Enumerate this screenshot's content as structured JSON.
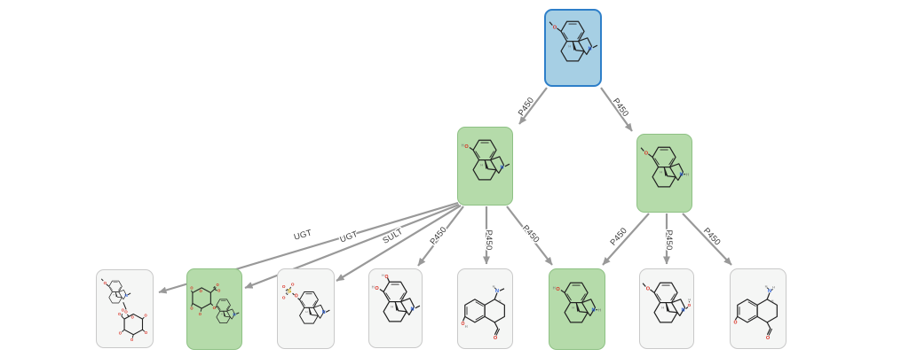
{
  "diagram": {
    "type": "metabolic-pathway",
    "colors": {
      "parent_fill": "#a6cfe4",
      "parent_border": "#2e7fc9",
      "highlight_fill": "#b5dbaa",
      "highlight_border": "#8ec184",
      "default_fill": "#f5f6f5",
      "default_border": "#c9c9c9",
      "arrow": "#999999",
      "bond": "#222222",
      "oxygen": "#d92b1f",
      "nitrogen": "#2b5fd9",
      "sulfur": "#c9a100"
    },
    "nodes": [
      {
        "variant": "parent",
        "structure": "#m-dxm",
        "structure_desc": "morphinan with methoxy group and N-methyl"
      },
      {
        "variant": "highlight",
        "structure": "#m-dor",
        "structure_desc": "morphinan with hydroxyl group and N-methyl"
      },
      {
        "variant": "highlight",
        "structure": "#m-3mm",
        "structure_desc": "morphinan with methoxy group and N-H"
      },
      {
        "variant": "default",
        "structure": "#m-gluc-a",
        "structure_desc": "morphinan-glucuronide conjugate (rotated)"
      },
      {
        "variant": "highlight",
        "structure": "#m-gluc-b",
        "structure_desc": "glucuronide-O-morphinan conjugate"
      },
      {
        "variant": "default",
        "structure": "#m-sulf",
        "structure_desc": "morphinan O-sulfate conjugate"
      },
      {
        "variant": "default",
        "structure": "#m-diol",
        "structure_desc": "morphinan with two hydroxyl groups and N-methyl"
      },
      {
        "variant": "default",
        "structure": "#m-ald-a",
        "structure_desc": "ring-opened: N-methylamine, hydroxyl, aldehyde"
      },
      {
        "variant": "highlight",
        "structure": "#m-3hm",
        "structure_desc": "morphinan with hydroxyl group and N-H"
      },
      {
        "variant": "default",
        "structure": "#m-noh",
        "structure_desc": "morphinan with methoxy group and N-OH"
      },
      {
        "variant": "default",
        "structure": "#m-ald-b",
        "structure_desc": "ring-opened: primary amine, methoxy, aldehyde"
      }
    ],
    "edges": [
      {
        "label": "P450"
      },
      {
        "label": "P450"
      },
      {
        "label": "UGT"
      },
      {
        "label": "UGT"
      },
      {
        "label": "SULT"
      },
      {
        "label": "P450"
      },
      {
        "label": "P450"
      },
      {
        "label": "P450"
      },
      {
        "label": "P450"
      },
      {
        "label": "P450"
      },
      {
        "label": "P450"
      }
    ]
  }
}
